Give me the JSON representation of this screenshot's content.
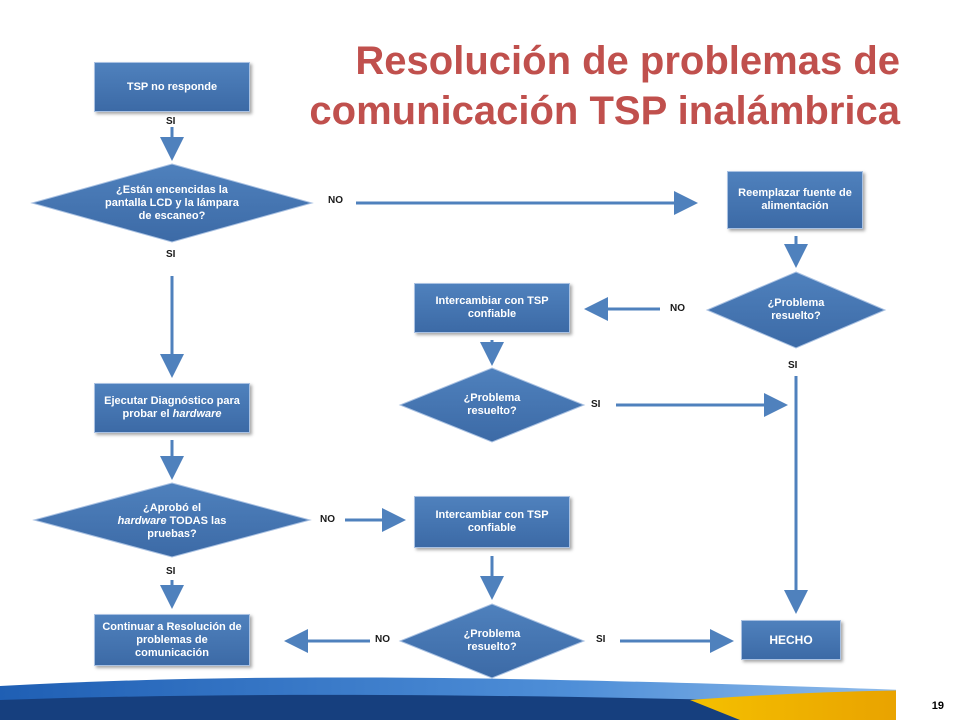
{
  "title": "Resolución de problemas de comunicación TSP inalámbrica",
  "page_number": "19",
  "nodes": {
    "tsp_no_responde": "TSP no responde",
    "q_encendidas": "¿Están encencidas la pantalla LCD y la lámpara de escaneo?",
    "reemplazar": "Reemplazar fuente de alimentación",
    "q_resuelto_1": "¿Problema resuelto?",
    "intercambiar_1": "Intercambiar con TSP confiable",
    "q_resuelto_2": "¿Problema resuelto?",
    "ejecutar_pre": "Ejecutar Diagnóstico para probar el",
    "ejecutar_em": "hardware",
    "q_aprobo_pre": "¿Aprobó el",
    "q_aprobo_em": "hardware",
    "q_aprobo_post": "TODAS las pruebas?",
    "intercambiar_2": "Intercambiar con TSP confiable",
    "q_resuelto_3": "¿Problema resuelto?",
    "continuar": "Continuar a Resolución de problemas de comunicación",
    "hecho": "HECHO"
  },
  "labels": {
    "si_1": "SI",
    "si_2": "SI",
    "no_1": "NO",
    "no_2": "NO",
    "si_3": "SI",
    "si_4": "SI",
    "no_3": "NO",
    "si_5": "SI",
    "no_4": "NO",
    "si_6": "SI"
  },
  "colors": {
    "title": "#c0504d",
    "node_fill": "#4f81bd",
    "arrow": "#4f81bd"
  }
}
